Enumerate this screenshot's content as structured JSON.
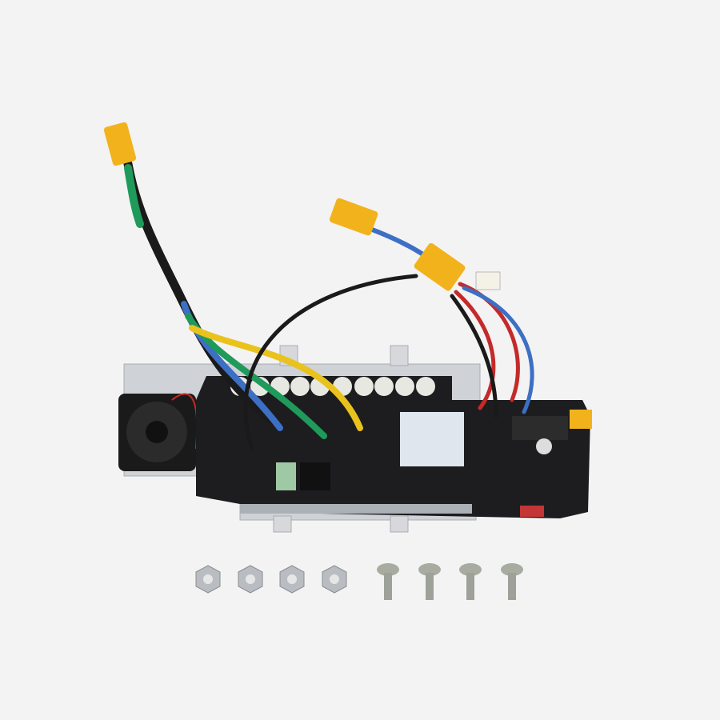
{
  "scene": {
    "subject": "controller-board-with-hardware",
    "colors": {
      "background": "#f3f3f3",
      "board": "#1c1c1e",
      "plate": "#c9ccd0",
      "connector": "#f2b21c",
      "wire_black": "#1a1a1a",
      "wire_blue": "#3d6fc4",
      "wire_green": "#1f9a5a",
      "wire_yellow": "#e9c21e",
      "wire_red": "#c42a2a",
      "capacitor": "#e8e8e2",
      "ribbon": "#dfe6ee",
      "metal": "#b9bcc0"
    },
    "nut_count": 4,
    "screw_count": 4
  }
}
